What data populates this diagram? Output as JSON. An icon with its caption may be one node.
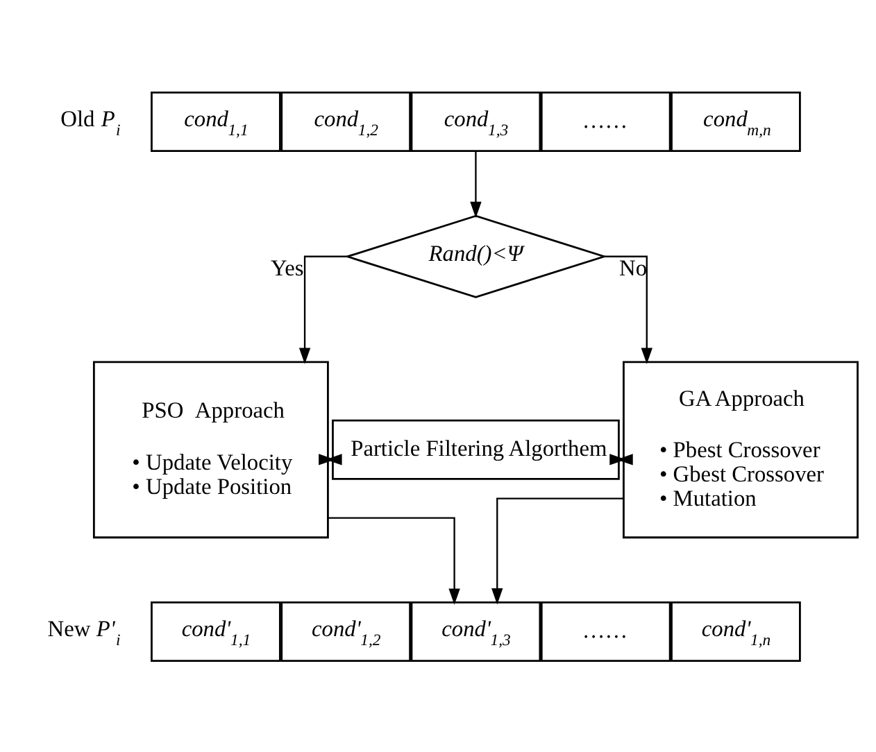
{
  "diagram": {
    "nodes": [
      {
        "text": [
          "*cond*$_{1,1}$"
        ]
      },
      {
        "text": [
          "*cond*$_{1,2}$"
        ]
      },
      {
        "text": [
          "*cond*$_{1,3}$"
        ]
      },
      {
        "text": [
          "……"
        ]
      },
      {
        "text": [
          "*cond*$_{m,n}$"
        ]
      },
      {
        "text": [
          "Rand()<Ψ"
        ]
      },
      {
        "text": [
          "PSO  Approach",
          "• Update Velocity",
          "• Update Position"
        ]
      },
      {
        "text": [
          "Particle Filtering Algorthem"
        ]
      },
      {
        "text": [
          "GA Approach",
          "• Pbest Crossover",
          "• Gbest Crossover",
          "• Mutation"
        ]
      },
      {
        "text": [
          "*cond'*$_{1,1}$"
        ]
      },
      {
        "text": [
          "*cond'*$_{1,2}$"
        ]
      },
      {
        "text": [
          "*cond'*$_{1,3}$"
        ]
      },
      {
        "text": [
          "……"
        ]
      },
      {
        "text": [
          "*cond'*$_{1,n}$"
        ]
      }
    ],
    "edges": [
      {
        "from": 2,
        "to": 5,
        "arrow": "to"
      },
      {
        "from": 5,
        "to": 6,
        "arrow": "to",
        "label": "Yes"
      },
      {
        "from": 5,
        "to": 8,
        "arrow": "to",
        "label": "No"
      },
      {
        "from": 7,
        "to": 6,
        "arrow": "both"
      },
      {
        "from": 7,
        "to": 8,
        "arrow": "both"
      },
      {
        "from": 6,
        "to": 11,
        "arrow": "to"
      },
      {
        "from": 8,
        "to": 11,
        "arrow": "to"
      }
    ],
    "labels": [
      "Old *P*$_{i}$",
      "New *P'*$_{i}$"
    ]
  }
}
